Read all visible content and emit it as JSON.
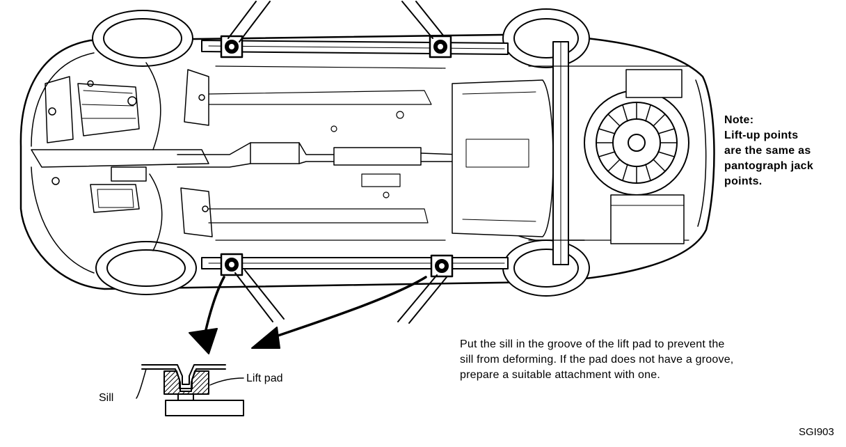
{
  "note": {
    "lines": [
      "Note:",
      "Lift-up points",
      "are the same as",
      "pantograph jack",
      "points."
    ]
  },
  "instruction": {
    "lines": [
      "Put the sill in the groove of the lift pad to prevent the",
      "sill from deforming. If the pad does not have a groove,",
      "prepare a suitable attachment with one."
    ]
  },
  "labels": {
    "sill": "Sill",
    "lift_pad": "Lift pad"
  },
  "figure_code": "SGI903",
  "lift_points": [
    "front-left",
    "rear-left",
    "front-right",
    "rear-right"
  ],
  "colors": {
    "line": "#000000",
    "background": "#ffffff"
  }
}
